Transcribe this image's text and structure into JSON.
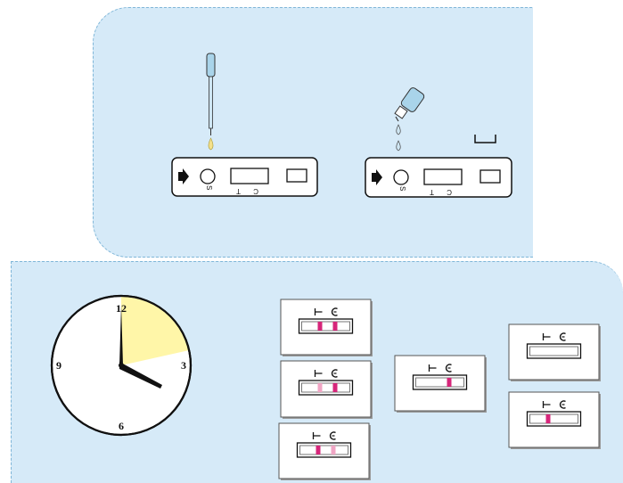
{
  "cassette": {
    "sample_label": "S",
    "test_label": "T",
    "control_label": "C"
  },
  "clock": {
    "label_12": "12",
    "label_3": "3",
    "label_6": "6",
    "label_9": "9",
    "wait_fraction": 0.25,
    "highlight_color": "#fff6a8"
  },
  "result_cards": [
    {
      "t_line": "strong",
      "c_line": "strong"
    },
    {
      "t_line": "faint",
      "c_line": "strong"
    },
    {
      "t_line": "strong",
      "c_line": "faint"
    },
    {
      "t_line": "none",
      "c_line": "strong"
    },
    {
      "t_line": "none",
      "c_line": "none"
    },
    {
      "t_line": "strong",
      "c_line": "none"
    }
  ],
  "colors": {
    "panel": "#d6eaf8",
    "line_strong": "#d6267a",
    "line_faint": "#f0a5c4",
    "liquid": "#f4e08a",
    "dropper": "#a9d4ea"
  }
}
